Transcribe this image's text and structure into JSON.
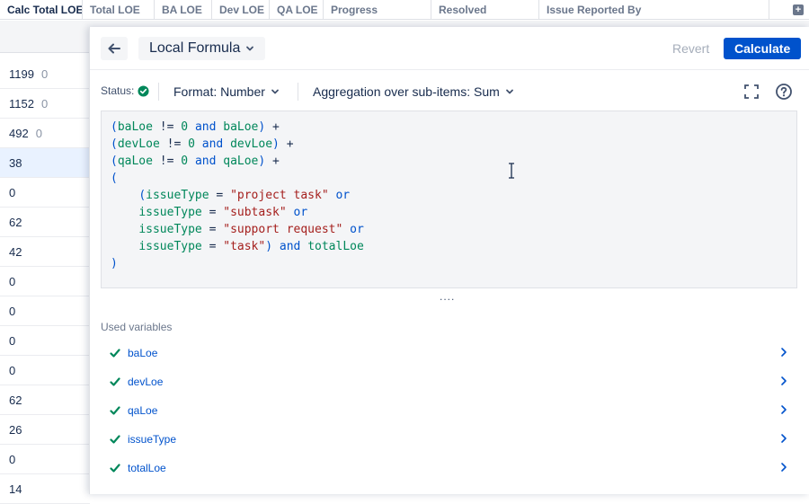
{
  "table": {
    "columns": [
      "Calc Total LOE",
      "Total LOE",
      "BA LOE",
      "Dev LOE",
      "QA LOE",
      "Progress",
      "Resolved",
      "Issue Reported By"
    ],
    "add_column_icon": "plus-square-icon",
    "rows": [
      {
        "value": "1199",
        "sub": "0"
      },
      {
        "value": "1152",
        "sub": "0"
      },
      {
        "value": "492",
        "sub": "0"
      },
      {
        "value": "38",
        "sub": ""
      },
      {
        "value": "0",
        "sub": ""
      },
      {
        "value": "62",
        "sub": ""
      },
      {
        "value": "42",
        "sub": ""
      },
      {
        "value": "0",
        "sub": ""
      },
      {
        "value": "0",
        "sub": ""
      },
      {
        "value": "0",
        "sub": ""
      },
      {
        "value": "0",
        "sub": ""
      },
      {
        "value": "62",
        "sub": ""
      },
      {
        "value": "26",
        "sub": ""
      },
      {
        "value": "0",
        "sub": ""
      },
      {
        "value": "14",
        "sub": ""
      }
    ]
  },
  "panel": {
    "back_icon": "arrow-left-icon",
    "title": "Local Formula",
    "revert_label": "Revert",
    "calculate_label": "Calculate",
    "status_label": "Status:",
    "status_icon": "check-circle-icon",
    "status_color": "#00875a",
    "format_label": "Format: Number",
    "aggregation_label": "Aggregation over sub-items: Sum",
    "fullscreen_icon": "fullscreen-icon",
    "help_icon": "help-icon",
    "formula_lines": [
      "(baLoe != 0 and baLoe) +",
      "(devLoe != 0 and devLoe) +",
      "(qaLoe != 0 and qaLoe) +",
      "(",
      "    (issueType = \"project task\" or",
      "    issueType = \"subtask\" or",
      "    issueType = \"support request\" or",
      "    issueType = \"task\") and totalLoe",
      ")"
    ],
    "resize_handle": "....",
    "used_variables_title": "Used variables",
    "variables": [
      "baLoe",
      "devLoe",
      "qaLoe",
      "issueType",
      "totalLoe"
    ],
    "accent_color": "#0052cc"
  }
}
